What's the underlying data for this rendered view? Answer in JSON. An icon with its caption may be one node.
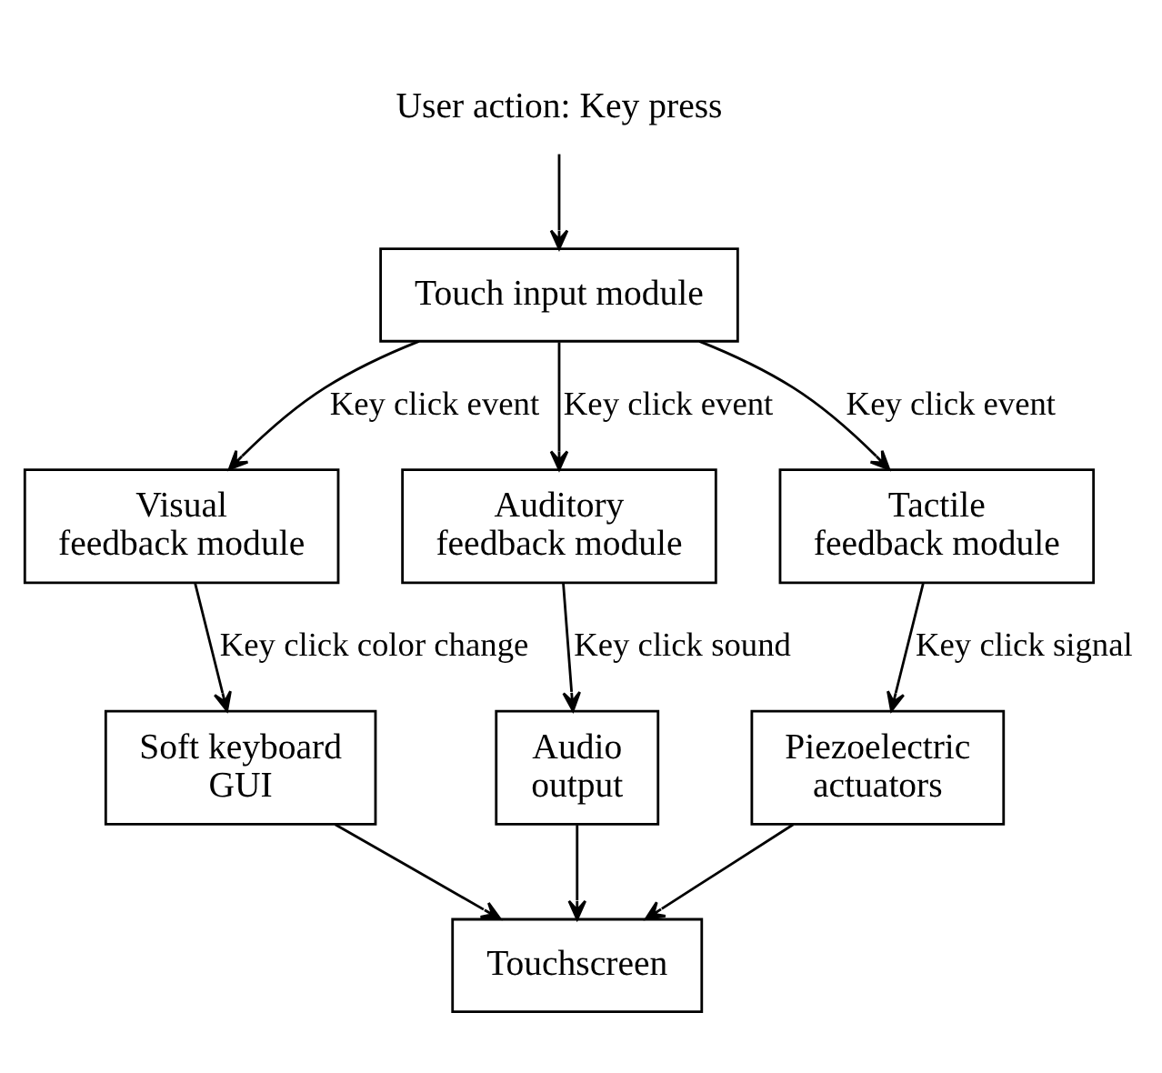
{
  "diagram": {
    "nodes": [
      {
        "text": [
          "User action: Key press"
        ]
      },
      {
        "text": [
          "Touch input module"
        ]
      },
      {
        "text": [
          "Visual feedback module"
        ]
      },
      {
        "text": [
          "Auditory feedback module"
        ]
      },
      {
        "text": [
          "Tactile feedback module"
        ]
      },
      {
        "text": [
          "Soft keyboard GUI"
        ]
      },
      {
        "text": [
          "Audio output"
        ]
      },
      {
        "text": [
          "Piezoelectric actuators"
        ]
      },
      {
        "text": [
          "Touchscreen"
        ]
      }
    ],
    "edges": [
      {
        "from": 0,
        "to": 1,
        "arrow": "to"
      },
      {
        "from": 1,
        "to": 2,
        "arrow": "to",
        "label": "Key click event"
      },
      {
        "from": 1,
        "to": 3,
        "arrow": "to",
        "label": "Key click event"
      },
      {
        "from": 1,
        "to": 4,
        "arrow": "to",
        "label": "Key click event"
      },
      {
        "from": 2,
        "to": 5,
        "arrow": "to",
        "label": "Key click color change"
      },
      {
        "from": 3,
        "to": 6,
        "arrow": "to",
        "label": "Key click sound"
      },
      {
        "from": 4,
        "to": 7,
        "arrow": "to",
        "label": "Key click signal"
      },
      {
        "from": 5,
        "to": 8,
        "arrow": "to"
      },
      {
        "from": 6,
        "to": 8,
        "arrow": "to"
      },
      {
        "from": 7,
        "to": 8,
        "arrow": "to"
      }
    ]
  }
}
